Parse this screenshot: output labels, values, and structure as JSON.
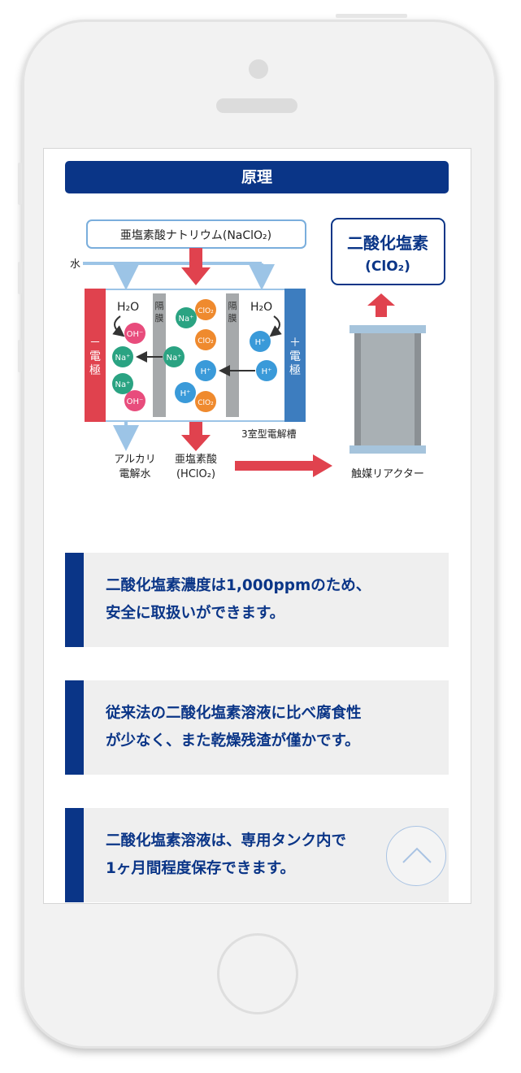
{
  "section_title": "原理",
  "diagram": {
    "source_label": "亜塩素酸ナトリウム(NaClO₂)",
    "water_label": "水",
    "product_line1": "二酸化塩素",
    "product_line2": "(ClO₂)",
    "negative_electrode": [
      "－",
      "電",
      "極"
    ],
    "positive_electrode": [
      "＋",
      "電",
      "極"
    ],
    "membrane_chars": [
      "隔",
      "膜"
    ],
    "h2o": "H₂O",
    "ions": {
      "oh": "OH⁻",
      "na": "Na⁺",
      "h": "H⁺",
      "clo2": "ClO₂"
    },
    "cell_label": "3室型電解槽",
    "alkali_line1": "アルカリ",
    "alkali_line2": "電解水",
    "acid_line1": "亜塩素酸",
    "acid_line2": "(HClO₂)",
    "reactor_label": "触媒リアクター",
    "colors": {
      "navy": "#0a3587",
      "red": "#e0424e",
      "blue": "#3d7dbf",
      "light_blue": "#9cc4e6",
      "pink": "#e84c7c",
      "teal": "#2aa382",
      "orange": "#ef8a2e",
      "ion_blue": "#3a9ad9",
      "gray": "#a6a9ab"
    }
  },
  "cards": [
    {
      "line1": "二酸化塩素濃度は1,000ppmのため、",
      "line2": "安全に取扱いができます。"
    },
    {
      "line1": "従来法の二酸化塩素溶液に比べ腐食性",
      "line2": "が少なく、また乾燥残渣が僅かです。"
    },
    {
      "line1": "二酸化塩素溶液は、専用タンク内で",
      "line2": "1ヶ月間程度保存できます。"
    }
  ],
  "scroll_top_icon": "chevron-up-icon"
}
